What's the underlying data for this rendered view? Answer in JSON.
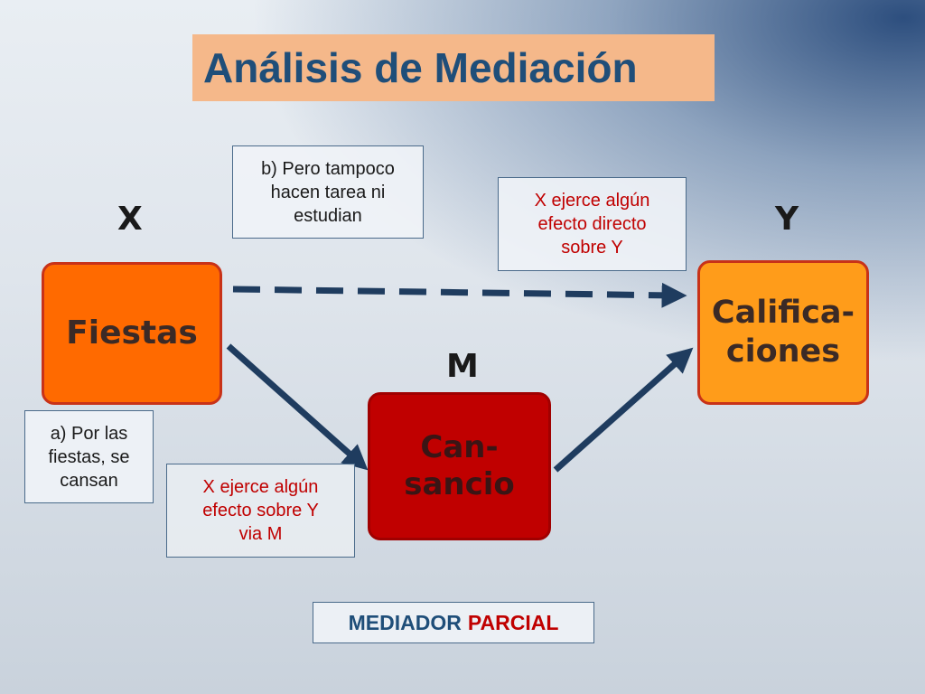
{
  "title": "Análisis de Mediación",
  "labels": {
    "x": "X",
    "y": "Y",
    "m": "M"
  },
  "nodes": {
    "fiestas": "Fiestas",
    "calificaciones": "Califica-\nciones",
    "cansancio": "Can-\nsancio"
  },
  "notes": {
    "b": "b) Pero tampoco\nhacen tarea ni\nestudian",
    "direct_effect": "X ejerce algún\nefecto directo\nsobre Y",
    "a": "a) Por las\nfiestas, se\ncansan",
    "via_m": "X ejerce algún\nefecto sobre Y\nvia M"
  },
  "footer": {
    "part1": "MEDIADOR",
    "part2": "PARCIAL"
  },
  "colors": {
    "arrow": "#1f3c5f",
    "title_bg": "#f5b88a",
    "fiestas": "#ff6a00",
    "calificaciones": "#ff9c1a",
    "cansancio": "#c00000"
  }
}
